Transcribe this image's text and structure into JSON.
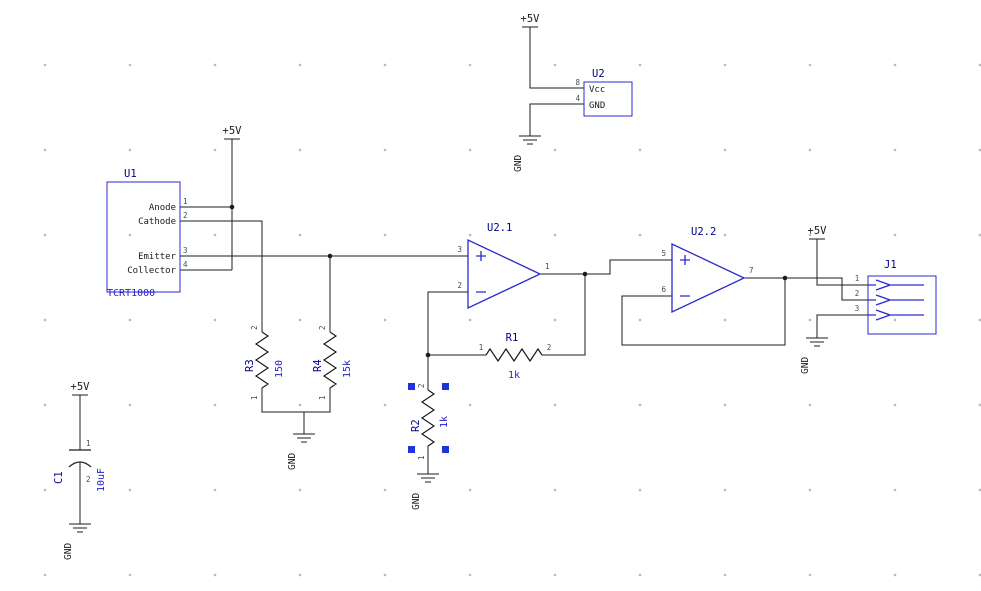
{
  "app": {
    "type": "schematic-capture-canvas"
  },
  "power": {
    "vcc_label": "+5V",
    "gnd_label": "GND"
  },
  "components": {
    "u1": {
      "ref": "U1",
      "value": "TCRT1000",
      "pins": [
        {
          "num": "1",
          "name": "Anode"
        },
        {
          "num": "2",
          "name": "Cathode"
        },
        {
          "num": "3",
          "name": "Emitter"
        },
        {
          "num": "4",
          "name": "Collector"
        }
      ]
    },
    "u2_power": {
      "ref": "U2",
      "pins": [
        {
          "num": "8",
          "name": "Vcc"
        },
        {
          "num": "4",
          "name": "GND"
        }
      ]
    },
    "opamp1": {
      "ref": "U2.1",
      "pin_in_plus": "3",
      "pin_in_minus": "2",
      "pin_out": "1"
    },
    "opamp2": {
      "ref": "U2.2",
      "pin_in_plus": "5",
      "pin_in_minus": "6",
      "pin_out": "7"
    },
    "r1": {
      "ref": "R1",
      "value": "1k",
      "pin_left": "1",
      "pin_right": "2"
    },
    "r2": {
      "ref": "R2",
      "value": "1k",
      "pin_top": "2",
      "pin_bottom": "1",
      "selected": true
    },
    "r3": {
      "ref": "R3",
      "value": "150",
      "pin_top": "2",
      "pin_bottom": "1"
    },
    "r4": {
      "ref": "R4",
      "value": "15k",
      "pin_top": "2",
      "pin_bottom": "1"
    },
    "c1": {
      "ref": "C1",
      "value": "10uF",
      "pin_top": "1",
      "pin_bottom": "2"
    },
    "j1": {
      "ref": "J1",
      "pins": [
        "1",
        "2",
        "3"
      ]
    }
  },
  "colors": {
    "wire": "#1c1c1c",
    "component": "#2a2ad0",
    "reference": "#00008b",
    "value_text": "#1f1fc8",
    "label": "#1a1a1a",
    "pin_number": "#4a4a4a",
    "selection": "#2233dd",
    "grid_dot": "#b9b9b9",
    "background": "#ffffff"
  }
}
